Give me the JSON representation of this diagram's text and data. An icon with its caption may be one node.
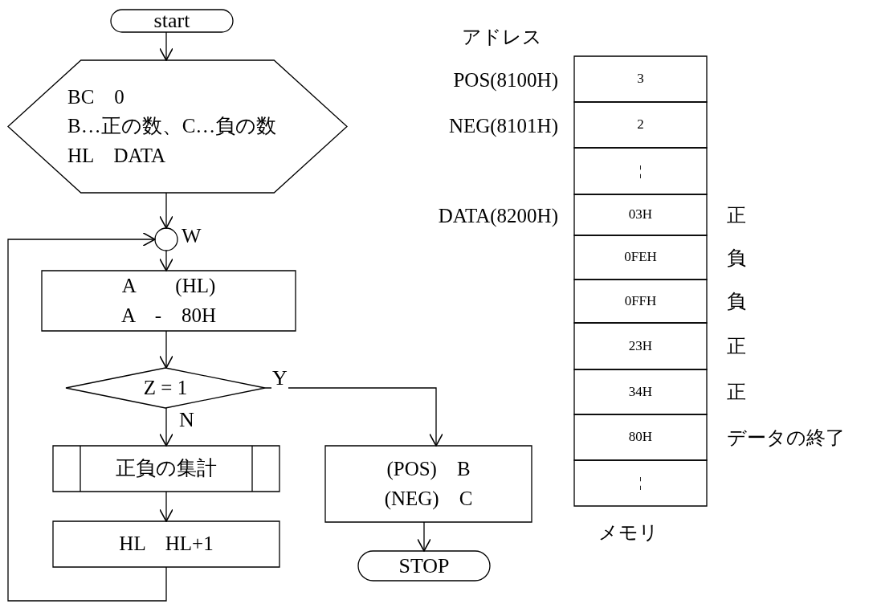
{
  "diagram": {
    "nodes": [
      {
        "text": [
          "start"
        ]
      },
      {
        "text": [
          "BC　0",
          "B…正の数、C…負の数",
          "HL　DATA"
        ]
      },
      {
        "text": [],
        "shape": "circle",
        "beside": [
          "W"
        ]
      },
      {
        "text": [
          "A　　(HL)",
          "A　-　80H"
        ]
      },
      {
        "text": [
          "Z = 1"
        ]
      },
      {
        "text": [
          "正負の集計"
        ]
      },
      {
        "text": [
          "HL　HL+1"
        ]
      },
      {
        "text": [
          "(POS)　B",
          "(NEG)　C"
        ]
      },
      {
        "text": [
          "STOP"
        ]
      },
      {
        "text": [
          "3"
        ],
        "beside": [
          "POS(8100H)"
        ]
      },
      {
        "text": [
          "2"
        ],
        "beside": [
          "NEG(8101H)"
        ]
      },
      {
        "text": [
          "¦"
        ]
      },
      {
        "text": [
          "03H"
        ],
        "beside": [
          "DATA(8200H)",
          "正"
        ]
      },
      {
        "text": [
          "0FEH"
        ],
        "beside": [
          "負"
        ]
      },
      {
        "text": [
          "0FFH"
        ],
        "beside": [
          "負"
        ]
      },
      {
        "text": [
          "23H"
        ],
        "beside": [
          "正"
        ]
      },
      {
        "text": [
          "34H"
        ],
        "beside": [
          "正"
        ]
      },
      {
        "text": [
          "80H"
        ],
        "beside": [
          "データの終了"
        ]
      },
      {
        "text": [
          "¦"
        ]
      }
    ],
    "edges": [
      {
        "from": 0,
        "to": 1,
        "arrow": "to"
      },
      {
        "from": 1,
        "to": 2,
        "arrow": "to"
      },
      {
        "from": 2,
        "to": 3,
        "arrow": "to"
      },
      {
        "from": 3,
        "to": 4,
        "arrow": "to"
      },
      {
        "from": 4,
        "to": 7,
        "arrow": "to",
        "label": "Y"
      },
      {
        "from": 4,
        "to": 5,
        "arrow": "to",
        "label": "N"
      },
      {
        "from": 5,
        "to": 6,
        "arrow": "to"
      },
      {
        "from": 6,
        "to": 2,
        "arrow": "to"
      },
      {
        "from": 7,
        "to": 8,
        "arrow": "to"
      }
    ],
    "labels": [
      "アドレス",
      "メモリ"
    ]
  }
}
